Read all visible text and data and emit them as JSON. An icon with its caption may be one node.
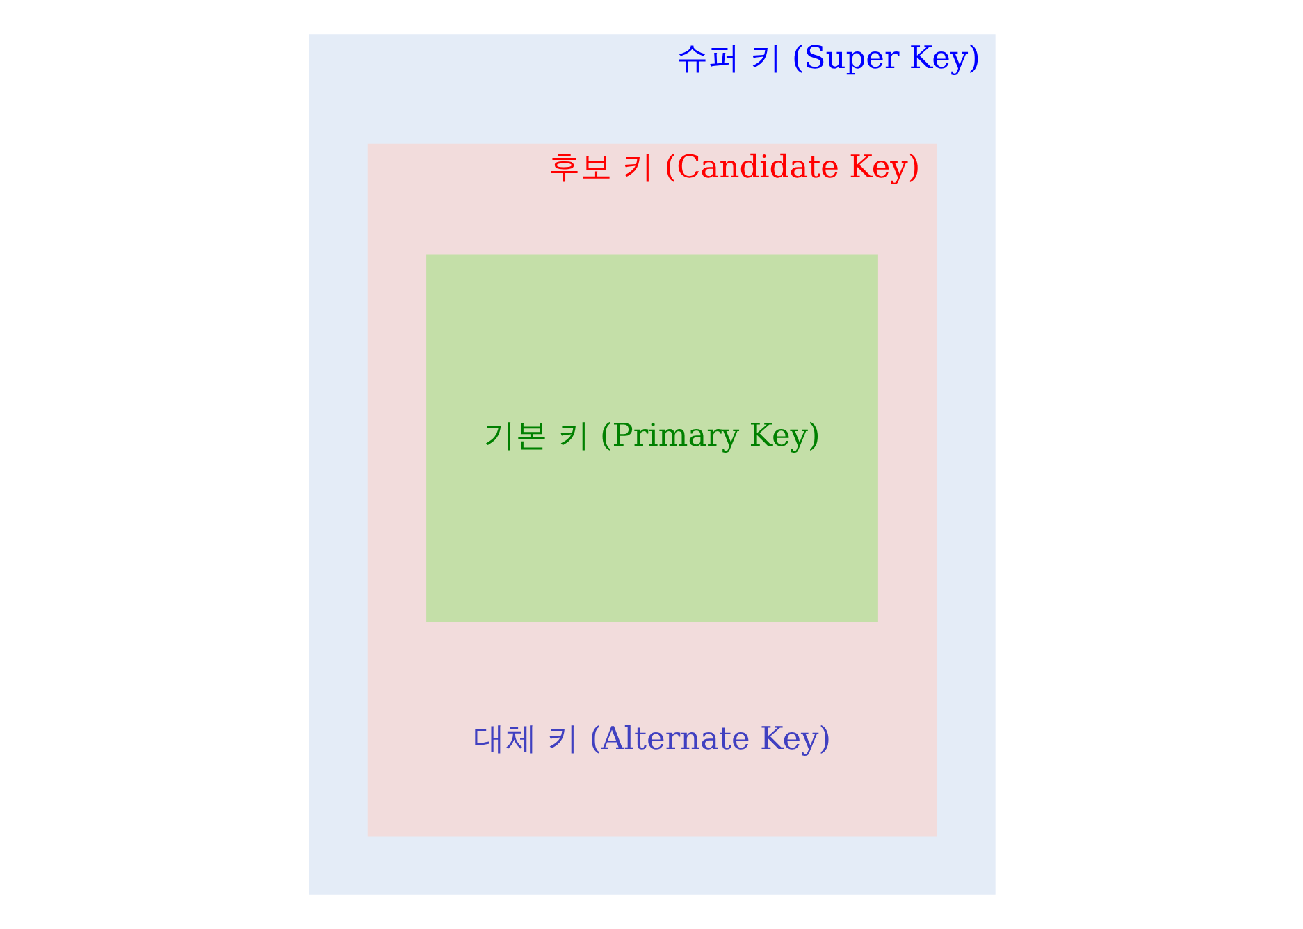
{
  "diagram": {
    "nodes": [
      {
        "text": [
          "슈퍼 키 (Super Key)"
        ]
      },
      {
        "text": [
          "후보 키 (Candidate Key)"
        ],
        "in": 0
      },
      {
        "text": [
          "기본 키 (Primary Key)"
        ],
        "in": 1
      }
    ],
    "labels": [
      "대체 키 (Alternate Key)"
    ]
  }
}
